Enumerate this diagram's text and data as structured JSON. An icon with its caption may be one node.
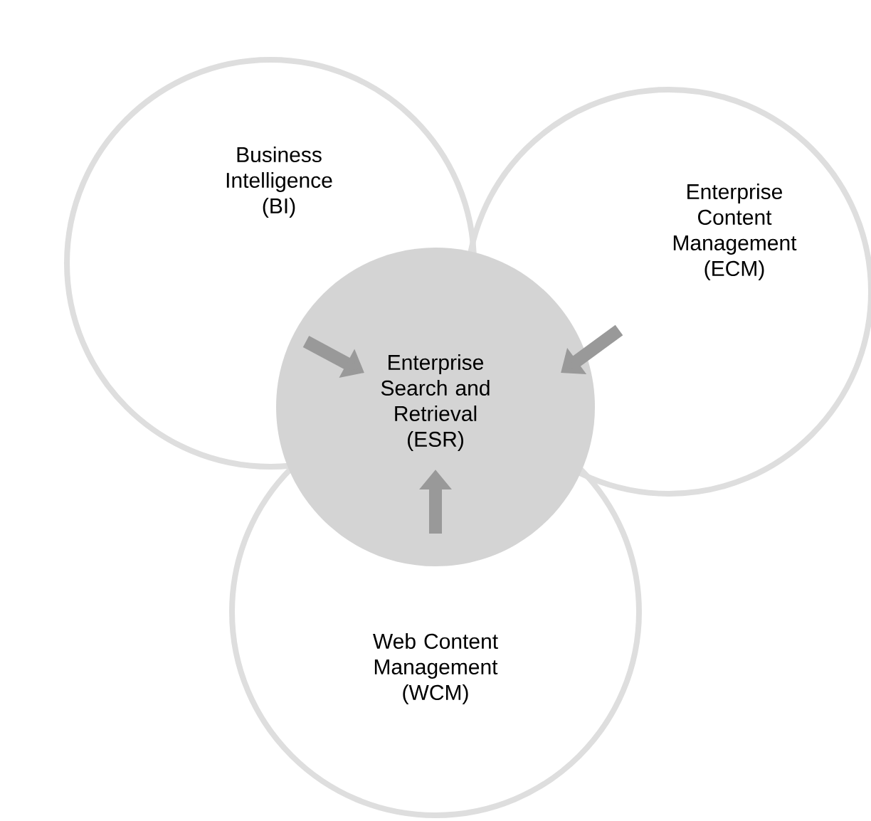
{
  "diagram": {
    "nodes": [
      {
        "text": [
          "Business Intelligence (BI)"
        ]
      },
      {
        "text": [
          "Enterprise Content Management (ECM)"
        ]
      },
      {
        "text": [
          "Enterprise Search and Retrieval (ESR)"
        ]
      },
      {
        "text": [
          "Web Content Management (WCM)"
        ]
      }
    ],
    "edges": [
      {
        "from": 0,
        "to": 2,
        "arrow": "to"
      },
      {
        "from": 1,
        "to": 2,
        "arrow": "to"
      },
      {
        "from": 3,
        "to": 2,
        "arrow": "to"
      }
    ]
  }
}
